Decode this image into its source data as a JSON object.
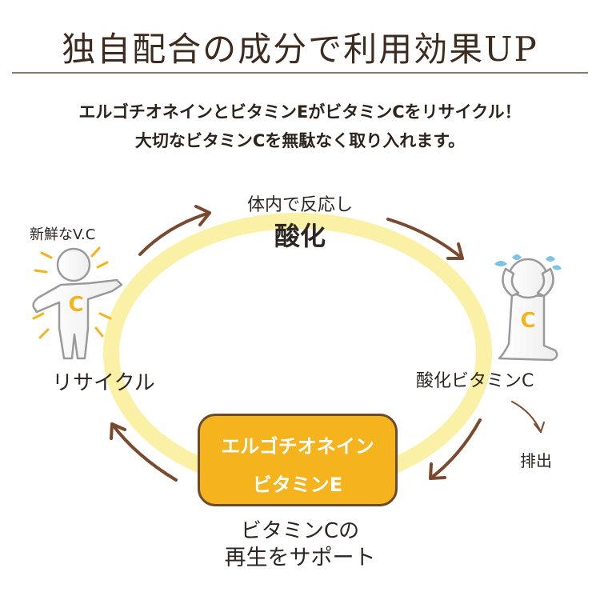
{
  "title": "独自配合の成分で利用効果UP",
  "intro": {
    "line1": "エルゴチオネインとビタミンEがビタミンCをリサイクル！",
    "line2": "大切なビタミンCを無駄なく取り入れます。"
  },
  "cycle": {
    "top_small": "体内で反応し",
    "top_big": "酸化",
    "fresh_label": "新鮮なV.C",
    "recycle_label": "リサイクル",
    "oxidized_label": "酸化ビタミンC",
    "excrete_label": "排出",
    "box_line1": "エルゴチオネイン",
    "box_line2": "ビタミンE",
    "bottom_line1": "ビタミンCの",
    "bottom_line2": "再生をサポート",
    "figure_letter": "C"
  },
  "colors": {
    "ring": "#fbf1a6",
    "arrow": "#7a4a30",
    "box_fill": "#f5b31e",
    "c_badge": "#f5b31e",
    "sparkle": "#f5b31e",
    "sweat": "#7cc3e6"
  }
}
